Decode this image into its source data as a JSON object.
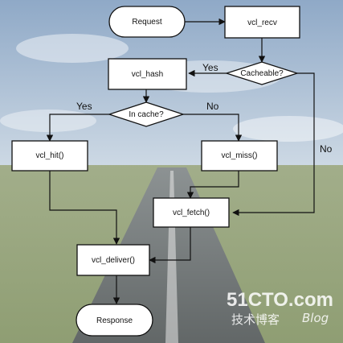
{
  "nodes": {
    "request": "Request",
    "vcl_recv": "vcl_recv",
    "cacheable": "Cacheable?",
    "vcl_hash": "vcl_hash",
    "in_cache": "In cache?",
    "vcl_hit": "vcl_hit()",
    "vcl_miss": "vcl_miss()",
    "vcl_fetch": "vcl_fetch()",
    "vcl_deliver": "vcl_deliver()",
    "response": "Response"
  },
  "edge_labels": {
    "cacheable_yes": "Yes",
    "cacheable_no": "No",
    "incache_yes": "Yes",
    "incache_no": "No"
  },
  "watermark": {
    "site": "51CTO.com",
    "cn": "技术博客",
    "blog": "Blog"
  },
  "colors": {
    "sky_top": "#8fa9c7",
    "sky_bottom": "#e6ecf1",
    "grass": "#8a9a68",
    "road": "#6f7479",
    "node_fill": "#ffffff",
    "stroke": "#111111"
  }
}
